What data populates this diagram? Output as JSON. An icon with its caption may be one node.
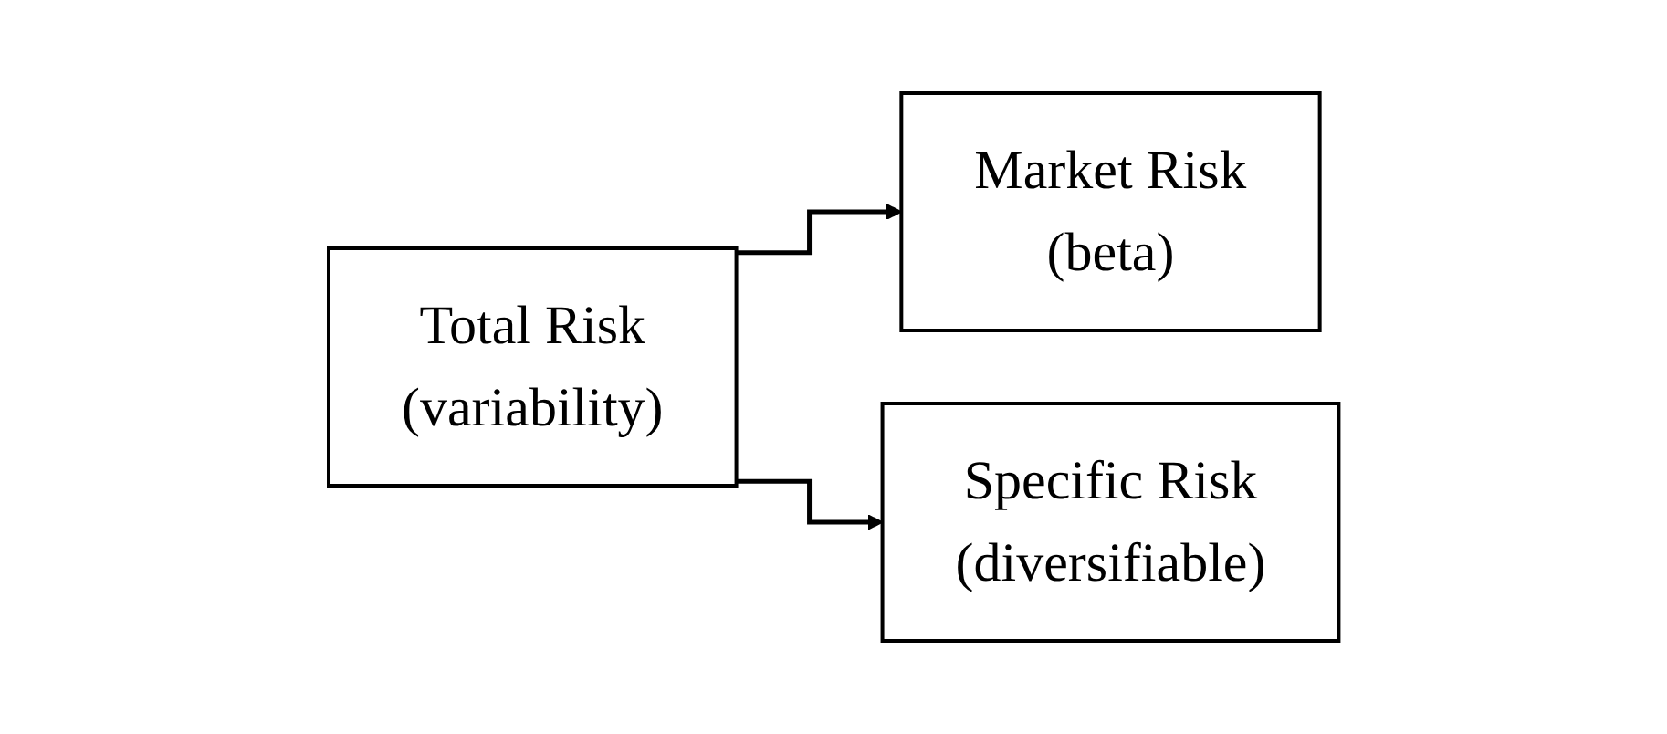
{
  "diagram": {
    "nodes": [
      {
        "text": [
          "Total Risk",
          "(variability)"
        ]
      },
      {
        "text": [
          "Market Risk",
          "(beta)"
        ]
      },
      {
        "text": [
          "Specific Risk",
          "(diversifiable)"
        ]
      }
    ],
    "edges": [
      {
        "from": 0,
        "to": 1,
        "arrow": "to"
      },
      {
        "from": 0,
        "to": 2,
        "arrow": "to"
      }
    ]
  }
}
